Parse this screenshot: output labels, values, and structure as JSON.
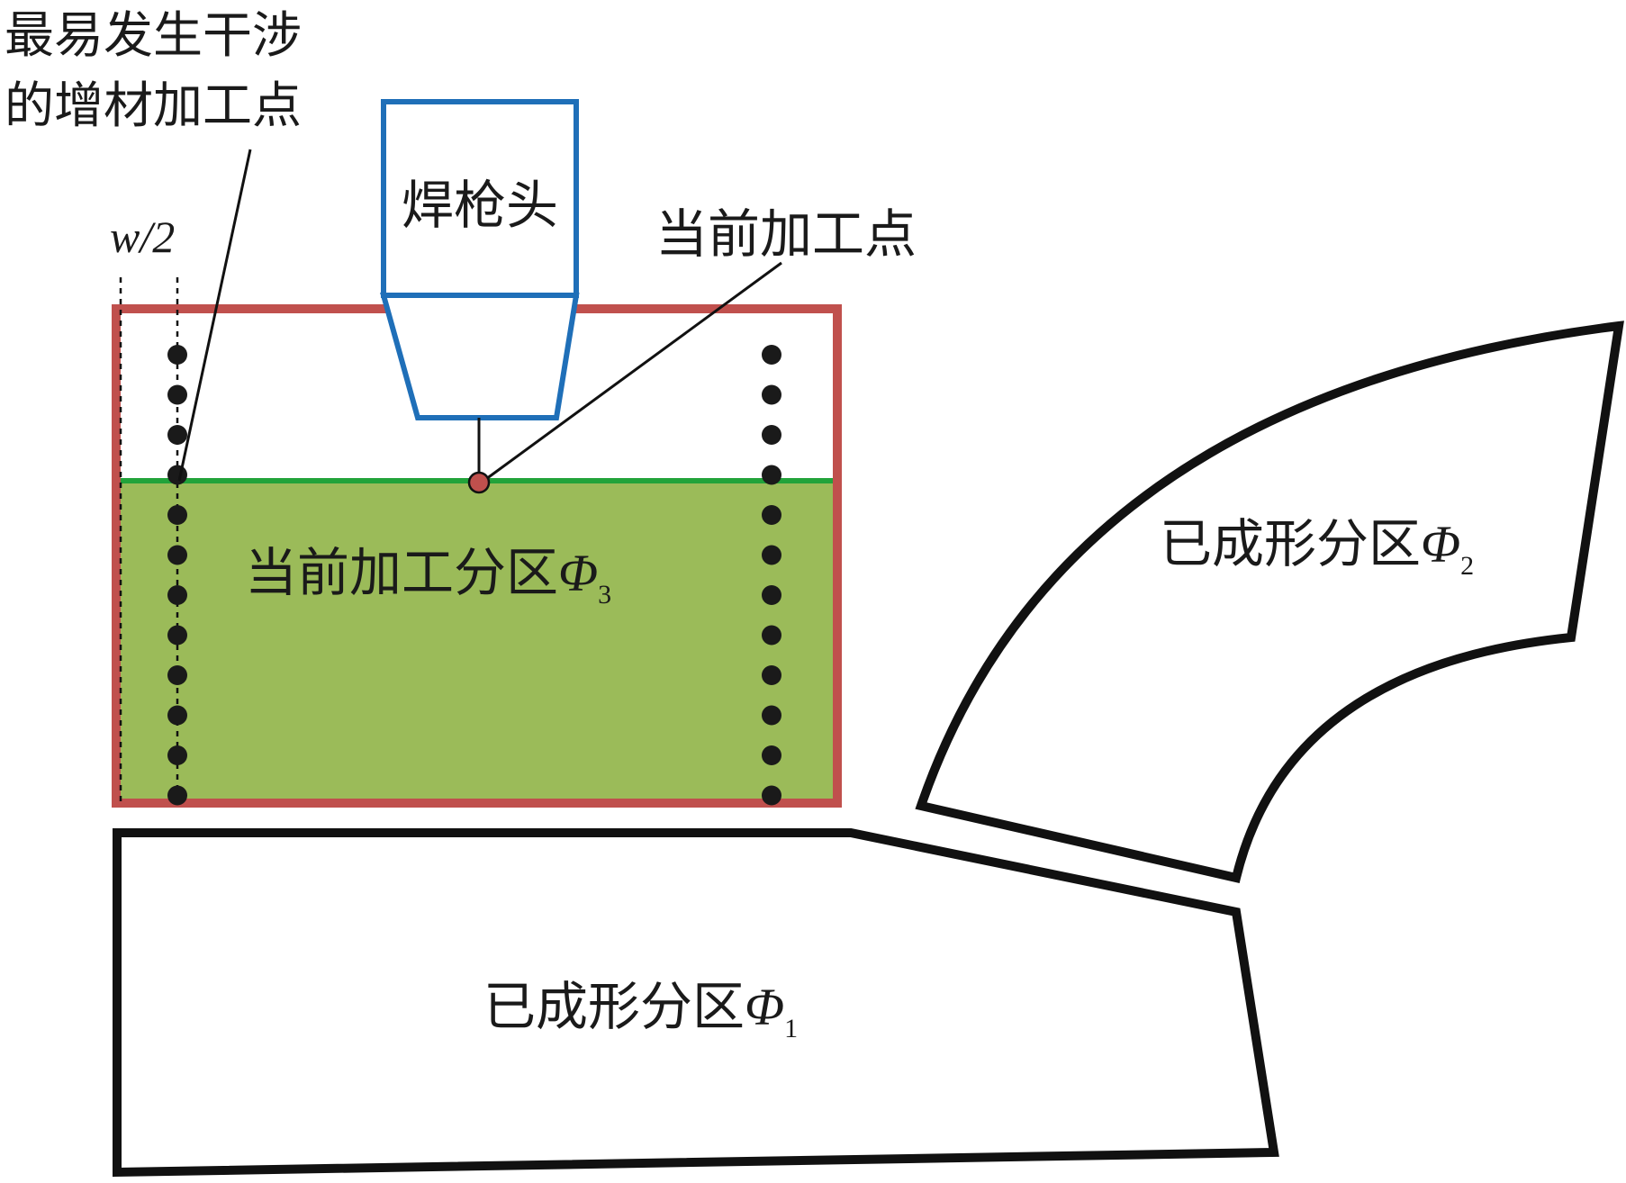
{
  "labels": {
    "interference_point_line1": "最易发生干涉",
    "interference_point_line2": "的增材加工点",
    "torch_head": "焊枪头",
    "current_point": "当前加工点",
    "half_width": "w/2",
    "current_partition": "当前加工分区",
    "current_partition_symbol": "Φ",
    "current_partition_subscript": "3",
    "formed_partition_2": "已成形分区",
    "formed_partition_2_symbol": "Φ",
    "formed_partition_2_subscript": "2",
    "formed_partition_1": "已成形分区",
    "formed_partition_1_symbol": "Φ",
    "formed_partition_1_subscript": "1"
  },
  "colors": {
    "partition_border": "#c0504d",
    "partition_fill": "#9bbb59",
    "layer_line": "#22a33a",
    "torch": "#1f6fb8",
    "current_point": "#c0504d",
    "outline": "#111111",
    "dot": "#1a1a1a"
  }
}
